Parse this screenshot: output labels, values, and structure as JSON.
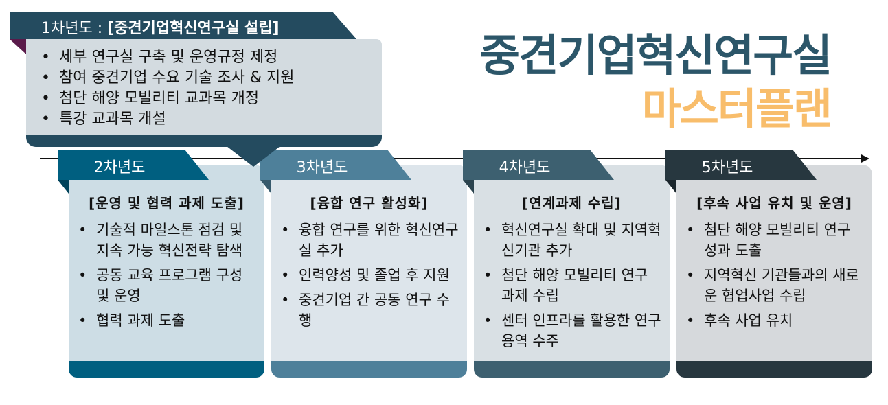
{
  "title": {
    "line1": "중견기업혁신연구실",
    "line2": "마스터플랜"
  },
  "year1": {
    "label": "1차년도 : ",
    "heading": "[중견기업혁신연구실 설립]",
    "items": [
      "세부 연구실 구축 및 운영규정 제정",
      "참여 중견기업 수요 기술 조사 & 지원",
      "첨단 해양 모빌리티 교과목 개정",
      "특강 교과목 개설"
    ]
  },
  "years": [
    {
      "label": "2차년도",
      "heading": "[운영 및 협력 과제 도출]",
      "color": "#005f80",
      "bg": "#cddde5",
      "items": [
        "기술적 마일스톤 점검 및 지속 가능 혁신전략 탐색",
        "공동 교육 프로그램 구성 및 운영",
        "협력 과제 도출"
      ]
    },
    {
      "label": "3차년도",
      "heading": "[융합 연구 활성화]",
      "color": "#4e809a",
      "bg": "#dde5eb",
      "items": [
        "융합 연구를 위한 혁신연구실 추가",
        "인력양성 및 졸업 후 지원",
        "중견기업 간 공동 연구 수행"
      ]
    },
    {
      "label": "4차년도",
      "heading": "[연계과제 수립]",
      "color": "#3d6070",
      "bg": "#d9e0e4",
      "items": [
        "혁신연구실 확대 및 지역혁신기관 추가",
        "첨단 해양 모빌리티 연구 과제 수립",
        "센터 인프라를 활용한 연구용역 수주"
      ]
    },
    {
      "label": "5차년도",
      "heading": "[후속 사업 유치 및 운영]",
      "color": "#27373f",
      "bg": "#d6d9dc",
      "items": [
        "첨단 해양 모빌리티 연구 성과 도출",
        "지역혁신 기관들과의 새로운 협업사업 수립",
        "후속 사업 유치"
      ]
    }
  ]
}
